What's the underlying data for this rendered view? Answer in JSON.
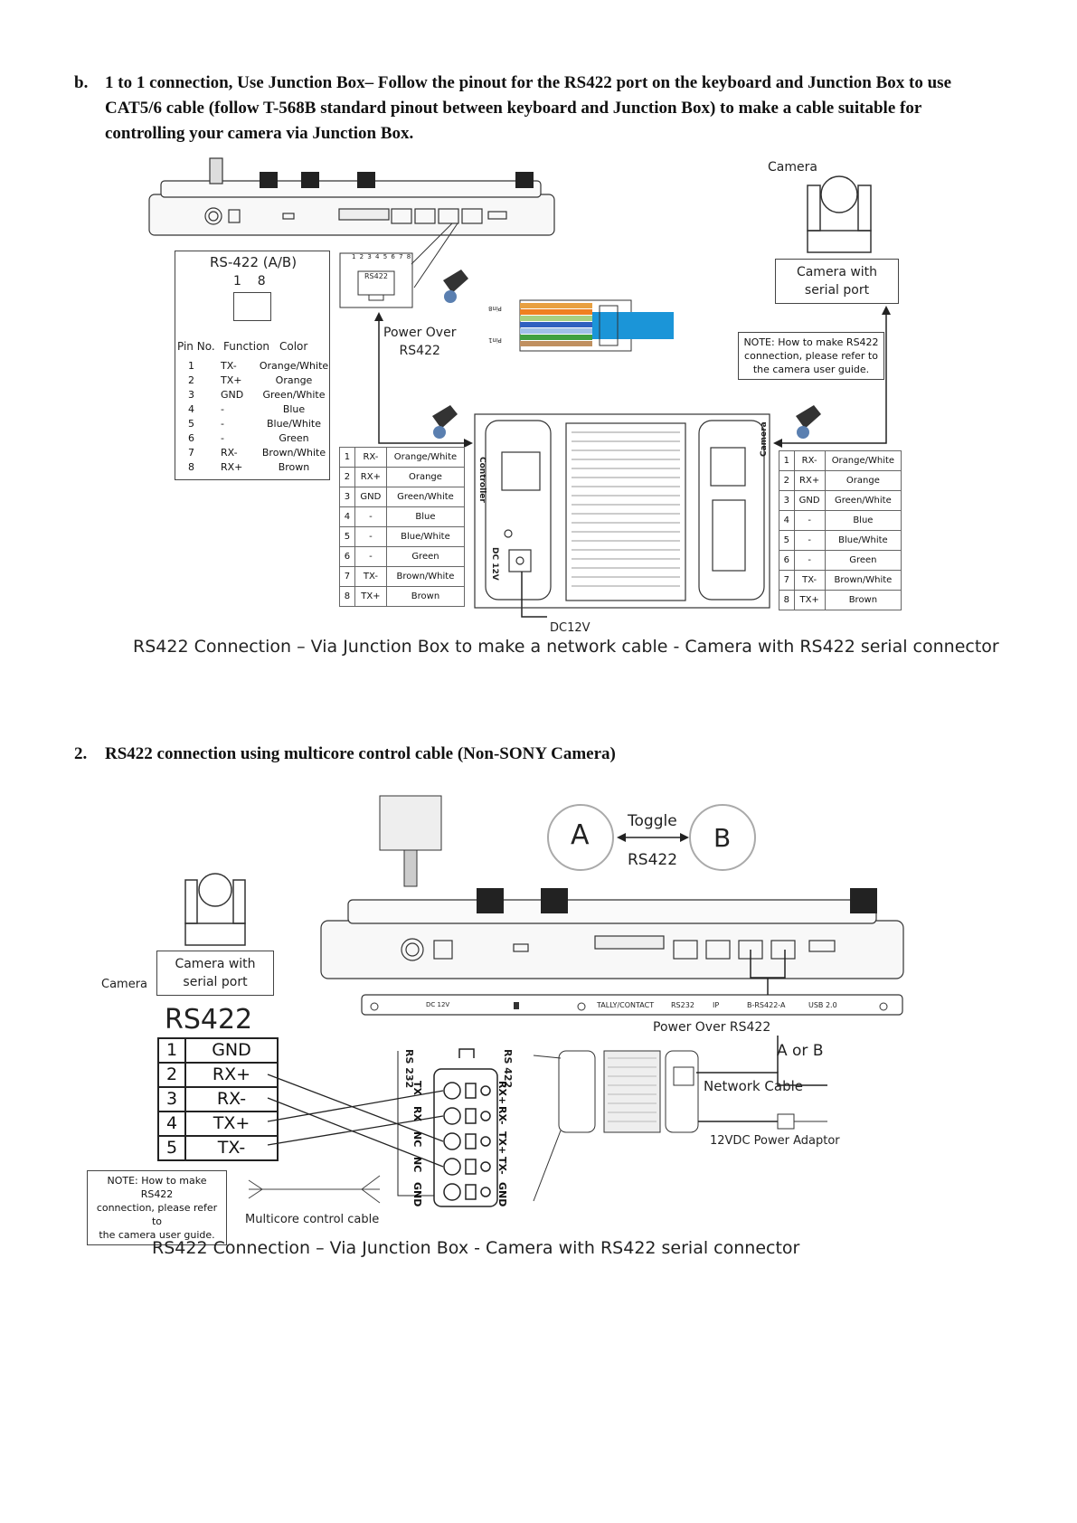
{
  "section_b": {
    "marker": "b.",
    "lines": [
      "1 to 1 connection, Use Junction Box– Follow the pinout for the RS422 port on the keyboard and Junction Box to use",
      "CAT5/6 cable (follow T-568B standard pinout between keyboard and Junction Box) to make a cable suitable for",
      "controlling your camera via Junction Box."
    ]
  },
  "diagram1": {
    "camera_label": "Camera",
    "camera_box": [
      "Camera with",
      "serial port"
    ],
    "rs422_title": "RS-422 (A/B)",
    "pin_numbers": "1    8",
    "connector_pins": "1 2 3 4 5 6 7 8",
    "connector_label": "RS422",
    "table_headers": [
      "Pin No.",
      "Function",
      "Color"
    ],
    "table_rows": [
      [
        "1",
        "TX-",
        "Orange/White"
      ],
      [
        "2",
        "TX+",
        "Orange"
      ],
      [
        "3",
        "GND",
        "Green/White"
      ],
      [
        "4",
        "-",
        "Blue"
      ],
      [
        "5",
        "-",
        "Blue/White"
      ],
      [
        "6",
        "-",
        "Green"
      ],
      [
        "7",
        "RX-",
        "Brown/White"
      ],
      [
        "8",
        "RX+",
        "Brown"
      ]
    ],
    "power_over": [
      "Power Over",
      "RS422"
    ],
    "pin8": "Pin8",
    "pin1": "Pin1",
    "note": [
      "NOTE: How to make RS422",
      "connection, please refer to",
      "the camera user guide."
    ],
    "jb_left_table": [
      [
        "1",
        "RX-",
        "Orange/White"
      ],
      [
        "2",
        "RX+",
        "Orange"
      ],
      [
        "3",
        "GND",
        "Green/White"
      ],
      [
        "4",
        "-",
        "Blue"
      ],
      [
        "5",
        "-",
        "Blue/White"
      ],
      [
        "6",
        "-",
        "Green"
      ],
      [
        "7",
        "TX-",
        "Brown/White"
      ],
      [
        "8",
        "TX+",
        "Brown"
      ]
    ],
    "jb_right_table": [
      [
        "1",
        "RX-",
        "Orange/White"
      ],
      [
        "2",
        "RX+",
        "Orange"
      ],
      [
        "3",
        "GND",
        "Green/White"
      ],
      [
        "4",
        "-",
        "Blue"
      ],
      [
        "5",
        "-",
        "Blue/White"
      ],
      [
        "6",
        "-",
        "Green"
      ],
      [
        "7",
        "TX-",
        "Brown/White"
      ],
      [
        "8",
        "TX+",
        "Brown"
      ]
    ],
    "jb_controller": "Controller",
    "jb_camera": "Camera",
    "jb_dc": "DC 12V",
    "dc_label": "DC12V",
    "caption": "RS422 Connection – Via Junction Box to make a network cable - Camera with RS422 serial connector"
  },
  "section_2": {
    "marker": "2.",
    "text": "RS422 connection using multicore control cable (Non-SONY Camera)"
  },
  "diagram2": {
    "toggle_a": "A",
    "toggle_b": "B",
    "toggle_label": "Toggle",
    "toggle_sub": "RS422",
    "camera_label": "Camera",
    "camera_box": [
      "Camera with",
      "serial port"
    ],
    "rs422_title": "RS422",
    "pins": [
      [
        "1",
        "GND"
      ],
      [
        "2",
        "RX+"
      ],
      [
        "3",
        "RX-"
      ],
      [
        "4",
        "TX+"
      ],
      [
        "5",
        "TX-"
      ]
    ],
    "rear_labels": [
      "DC 12V",
      "TALLY/CONTACT",
      "RS232",
      "IP",
      "B-RS422-A",
      "USB 2.0"
    ],
    "power_over": "Power Over RS422",
    "a_or_b": "A or B",
    "network_cable": "Network Cable",
    "power_adaptor": "12VDC Power Adaptor",
    "terminal_left": [
      "TX",
      "RX",
      "NC",
      "NC",
      "GND"
    ],
    "terminal_right": [
      "RX+",
      "RX-",
      "TX+",
      "TX-",
      "GND"
    ],
    "rs232": "RS 232",
    "rs422": "RS 422",
    "note": [
      "NOTE: How to make RS422",
      "connection, please refer to",
      "the camera user guide."
    ],
    "multicore": "Multicore control cable",
    "caption": "RS422 Connection – Via Junction Box - Camera with RS422 serial connector"
  }
}
